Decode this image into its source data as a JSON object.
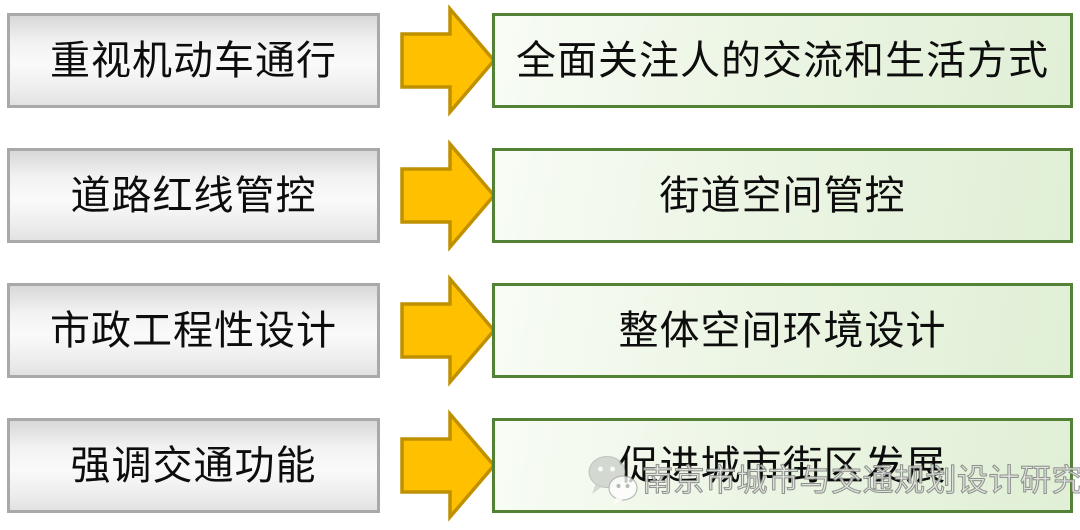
{
  "diagram": {
    "description": "four-row transformation diagram: old approach to new street-design approach",
    "rows": [
      {
        "left": "重视机动车通行",
        "right": "全面关注人的交流和生活方式"
      },
      {
        "left": "道路红线管控",
        "right": "街道空间管控"
      },
      {
        "left": "市政工程性设计",
        "right": "整体空间环境设计"
      },
      {
        "left": "强调交通功能",
        "right": "促进城市街区发展"
      }
    ]
  },
  "watermark": {
    "icon": "wechat-icon",
    "text": "南京市城市与交通规划设计研究院"
  },
  "colors": {
    "arrow_fill": "#FFC000",
    "arrow_stroke": "#BF9000",
    "source_box_border": "#A9A9A9",
    "source_box_fill": "#EFEFEF",
    "target_box_border": "#538135",
    "target_box_fill": "#E8F3DF",
    "text": "#0D0D0D",
    "background": "#FFFFFF"
  }
}
